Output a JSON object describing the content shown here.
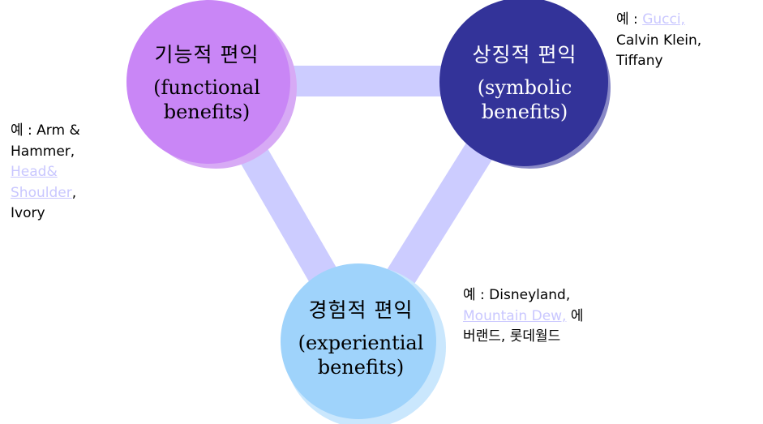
{
  "colors": {
    "functional_circle": "#c986f6",
    "functional_shadow": "#d7aaf5",
    "symbolic_circle": "#333399",
    "symbolic_shadow": "#8888c6",
    "experiential_circle": "#9fd3fb",
    "experiential_shadow": "#cae7fd",
    "connector": "#ccccff",
    "link": "#c9c7ff"
  },
  "functional": {
    "title": "기능적 편익",
    "subtitle_line1": "(functional",
    "subtitle_line2": "benefits)"
  },
  "symbolic": {
    "title": "상징적 편익",
    "subtitle_line1": "(symbolic",
    "subtitle_line2": "benefits)"
  },
  "experiential": {
    "title": "경험적 편익",
    "subtitle_line1": "(experiential",
    "subtitle_line2": "benefits)"
  },
  "examples": {
    "functional": {
      "prefix": "예 : Arm &",
      "line2": "Hammer,",
      "link1": "Head&",
      "link2": "Shoulder",
      "comma": ",",
      "line5": "Ivory"
    },
    "symbolic": {
      "prefix": "예 : ",
      "link": "Gucci,",
      "line2": "Calvin Klein,",
      "line3": "Tiffany"
    },
    "experiential": {
      "line1": "예 : Disneyland,",
      "link": "Mountain Dew,",
      "suffix": " 에",
      "line3": "버랜드, 롯데월드"
    }
  }
}
